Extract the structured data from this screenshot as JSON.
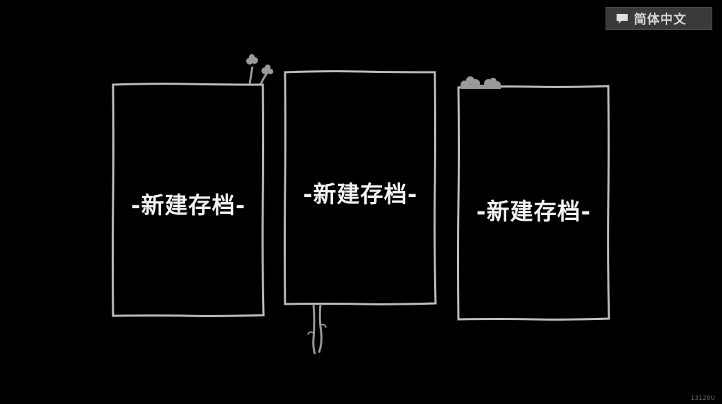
{
  "language": {
    "label": "简体中文",
    "icon": "speech-bubble-icon"
  },
  "save_slots": [
    {
      "label": "-新建存档-"
    },
    {
      "label": "-新建存档-"
    },
    {
      "label": "-新建存档-"
    }
  ],
  "build_id": "13126U",
  "colors": {
    "background": "#000000",
    "frame": "#bdbdbd",
    "text": "#f2f2f2"
  }
}
